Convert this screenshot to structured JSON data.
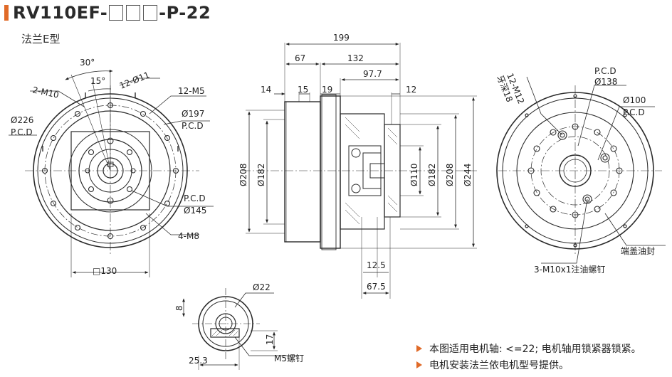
{
  "header": {
    "title_prefix": "RV110EF-",
    "title_suffix": "-P-22",
    "subtitle": "法兰E型"
  },
  "front_view": {
    "angle_30": "30°",
    "angle_15": "15°",
    "holes_12_d11": "12-Ø11",
    "holes_2_m10": "2-M10",
    "holes_12_m5": "12-M5",
    "d226": "Ø226",
    "pcd_a": "P.C.D",
    "d197": "Ø197",
    "pcd_b": "P.C.D",
    "pcd_c": "P.C.D",
    "d145": "Ø145",
    "holes_4_m8": "4-M8",
    "sq130": "□130"
  },
  "side_view": {
    "len199": "199",
    "len67": "67",
    "len132": "132",
    "len97_7": "97.7",
    "len14": "14",
    "len15": "15",
    "len19": "19",
    "len12": "12",
    "d208_left": "Ø208",
    "d182_left": "Ø182",
    "d110": "Ø110",
    "d182_right": "Ø182",
    "d208_right": "Ø208",
    "d244": "Ø244",
    "len12_5": "12.5",
    "len67_5": "67.5"
  },
  "rear_view": {
    "holes_12_m12": "12-M12",
    "thread_depth": "牙深18",
    "pcd_a": "P.C.D",
    "d138": "Ø138",
    "d100": "Ø100",
    "pcd_b": "P.C.D",
    "end_cap_seal": "端盖油封",
    "oil_screws": "3-M10x1注油螺钉"
  },
  "shaft_view": {
    "d22": "Ø22",
    "len8": "8",
    "len17": "17",
    "len25_3": "25.3",
    "m5_screw": "M5螺钉"
  },
  "notes": [
    "本图适用电机轴: <=22; 电机轴用锁紧器锁紧。",
    "电机安装法兰依电机型号提供。"
  ],
  "colors": {
    "accent": "#e06a28",
    "line": "#2a2a2a"
  }
}
